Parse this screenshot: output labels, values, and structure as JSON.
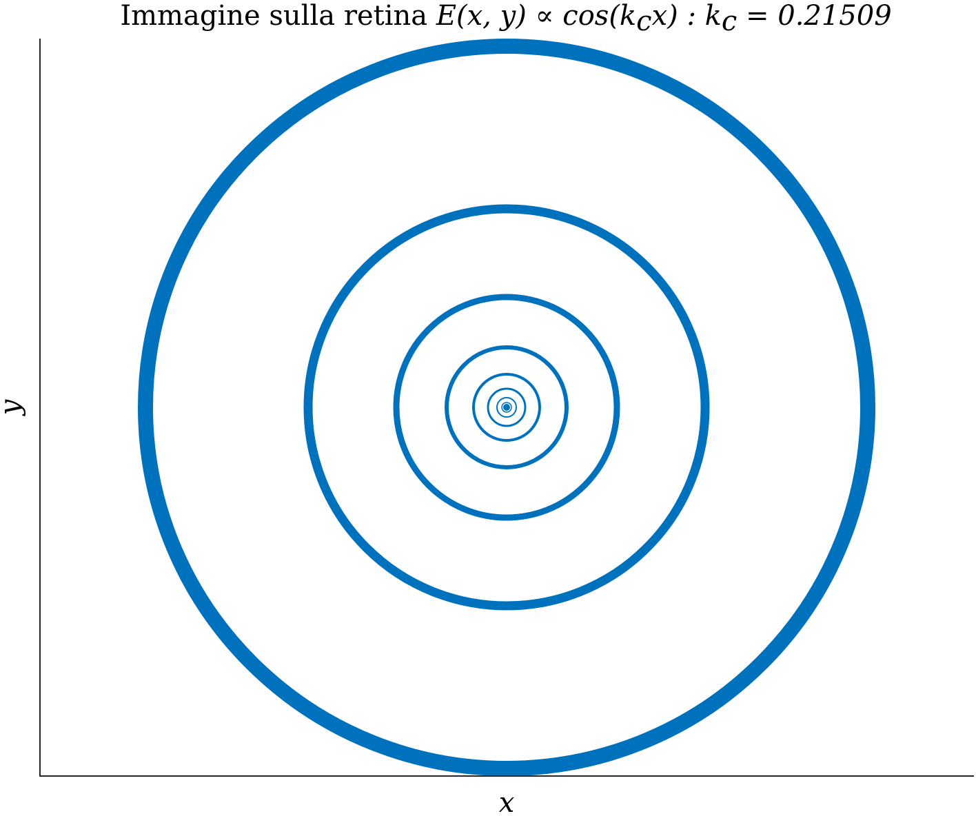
{
  "chart_data": {
    "type": "line",
    "title": {
      "prefix": "Immagine sulla retina ",
      "formula": "E(x, y) ∝ cos(k",
      "formula_sub": "c",
      "formula_mid": "x) : k",
      "formula_sub2": "c",
      "formula_end": " = 0.21509"
    },
    "xlabel": "x",
    "ylabel": "y",
    "ticks": "none",
    "grid": false,
    "legend": "none",
    "color": "#0072BD",
    "rings": [
      {
        "radius": 524,
        "width": 22
      },
      {
        "radius": 288,
        "width": 13
      },
      {
        "radius": 160,
        "width": 9
      },
      {
        "radius": 87,
        "width": 6
      },
      {
        "radius": 48,
        "width": 4
      },
      {
        "radius": 27,
        "width": 3
      },
      {
        "radius": 14,
        "width": 2
      },
      {
        "radius": 7,
        "width": 1.5
      }
    ],
    "center_point": {
      "radius": 5
    }
  }
}
